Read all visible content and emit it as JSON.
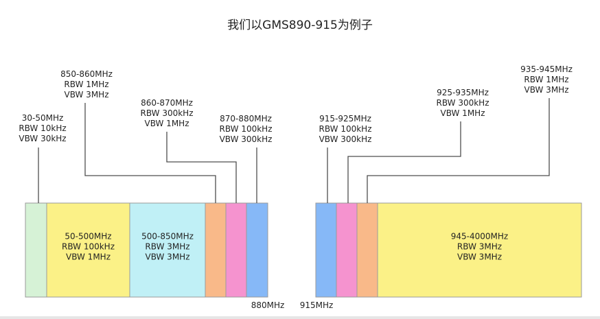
{
  "title": "我们以GMS890-915为例子",
  "colors": {
    "green": "#d6f2d6",
    "yellow": "#fbf187",
    "cyan": "#c0f0f6",
    "orange": "#f9b989",
    "pink": "#f593cf",
    "blue": "#86b8f7",
    "line": "#4d4d4d",
    "text": "#222222"
  },
  "segments": [
    {
      "key": "seg-30-50",
      "color": "green",
      "lines": []
    },
    {
      "key": "seg-50-500",
      "color": "yellow",
      "lines": [
        "50-500MHz",
        "RBW 100kHz",
        "VBW 1MHz"
      ]
    },
    {
      "key": "seg-500-850",
      "color": "cyan",
      "lines": [
        "500-850MHz",
        "RBW 3MHz",
        "VBW 3MHz"
      ]
    },
    {
      "key": "seg-850-860",
      "color": "orange",
      "lines": []
    },
    {
      "key": "seg-860-870",
      "color": "pink",
      "lines": []
    },
    {
      "key": "seg-870-880",
      "color": "blue",
      "lines": []
    },
    {
      "key": "seg-915-925",
      "color": "blue",
      "lines": []
    },
    {
      "key": "seg-925-935",
      "color": "pink",
      "lines": []
    },
    {
      "key": "seg-935-945",
      "color": "orange",
      "lines": []
    },
    {
      "key": "seg-945-4000",
      "color": "yellow",
      "lines": [
        "945-4000MHz",
        "RBW 3MHz",
        "VBW 3MHz"
      ]
    }
  ],
  "callouts": [
    {
      "key": "callout-30-50",
      "lines": [
        "30-50MHz",
        "RBW 10kHz",
        "VBW 30kHz"
      ]
    },
    {
      "key": "callout-850-860",
      "lines": [
        "850-860MHz",
        "RBW 1MHz",
        "VBW 3MHz"
      ]
    },
    {
      "key": "callout-860-870",
      "lines": [
        "860-870MHz",
        "RBW 300kHz",
        "VBW 1MHz"
      ]
    },
    {
      "key": "callout-870-880",
      "lines": [
        "870-880MHz",
        "RBW 100kHz",
        "VBW 300kHz"
      ]
    },
    {
      "key": "callout-915-925",
      "lines": [
        "915-925MHz",
        "RBW 100kHz",
        "VBW 300kHz"
      ]
    },
    {
      "key": "callout-925-935",
      "lines": [
        "925-935MHz",
        "RBW 300kHz",
        "VBW 1MHz"
      ]
    },
    {
      "key": "callout-935-945",
      "lines": [
        "935-945MHz",
        "RBW 1MHz",
        "VBW 3MHz"
      ]
    }
  ],
  "axis_labels": [
    "880MHz",
    "915MHz"
  ]
}
